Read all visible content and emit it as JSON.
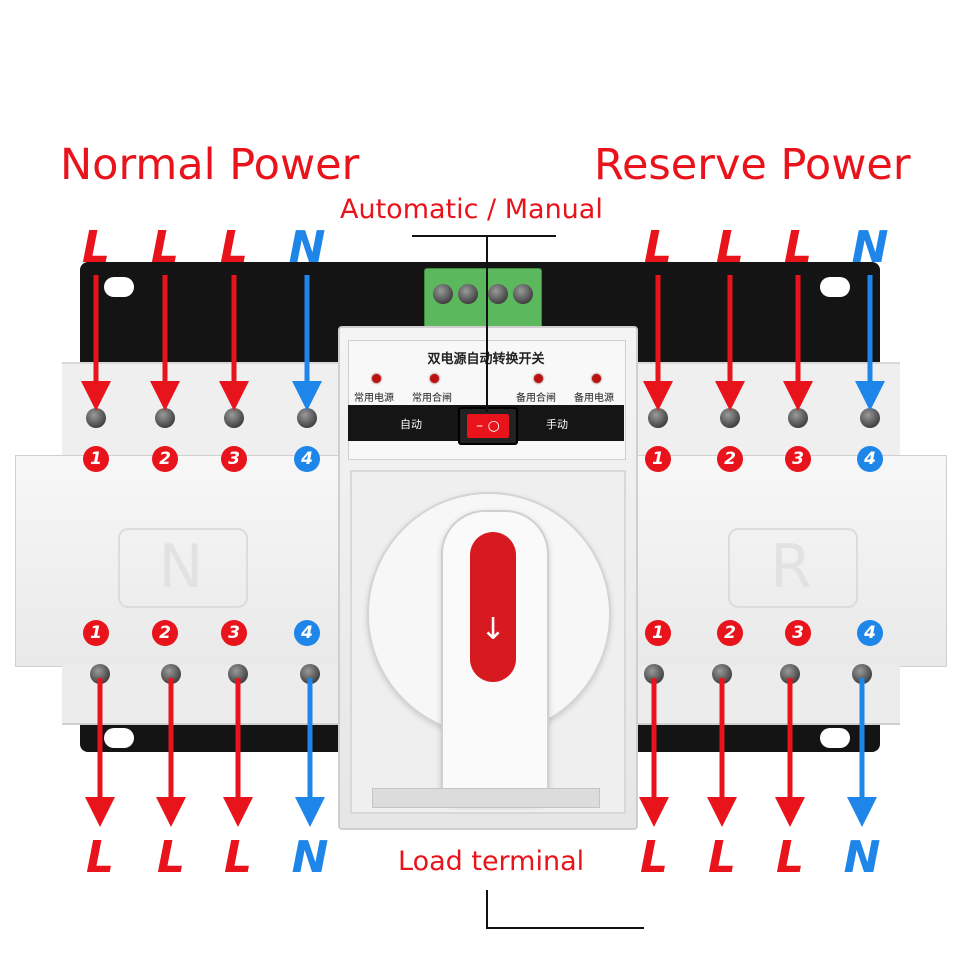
{
  "headings": {
    "normal_power": "Normal Power",
    "reserve_power": "Reserve Power",
    "auto_manual": "Automatic / Manual",
    "load_terminal": "Load terminal"
  },
  "wires": {
    "top_left": [
      "L",
      "L",
      "L",
      "N"
    ],
    "top_right": [
      "L",
      "L",
      "L",
      "N"
    ],
    "bottom_left": [
      "L",
      "L",
      "L",
      "N"
    ],
    "bottom_right": [
      "L",
      "L",
      "L",
      "N"
    ]
  },
  "terminal_numbers": [
    "1",
    "2",
    "3",
    "4"
  ],
  "panel": {
    "title": "双电源自动转换开关",
    "indicators": [
      "常用电源",
      "常用合闸",
      "备用合闸",
      "备用电源"
    ],
    "auto": "自动",
    "manual": "手动"
  },
  "badges": {
    "left": "N",
    "right": "R"
  },
  "colors": {
    "red": "#e8131b",
    "blue": "#1e86e8",
    "housing": "#f2f2f2",
    "rail": "#141414"
  }
}
